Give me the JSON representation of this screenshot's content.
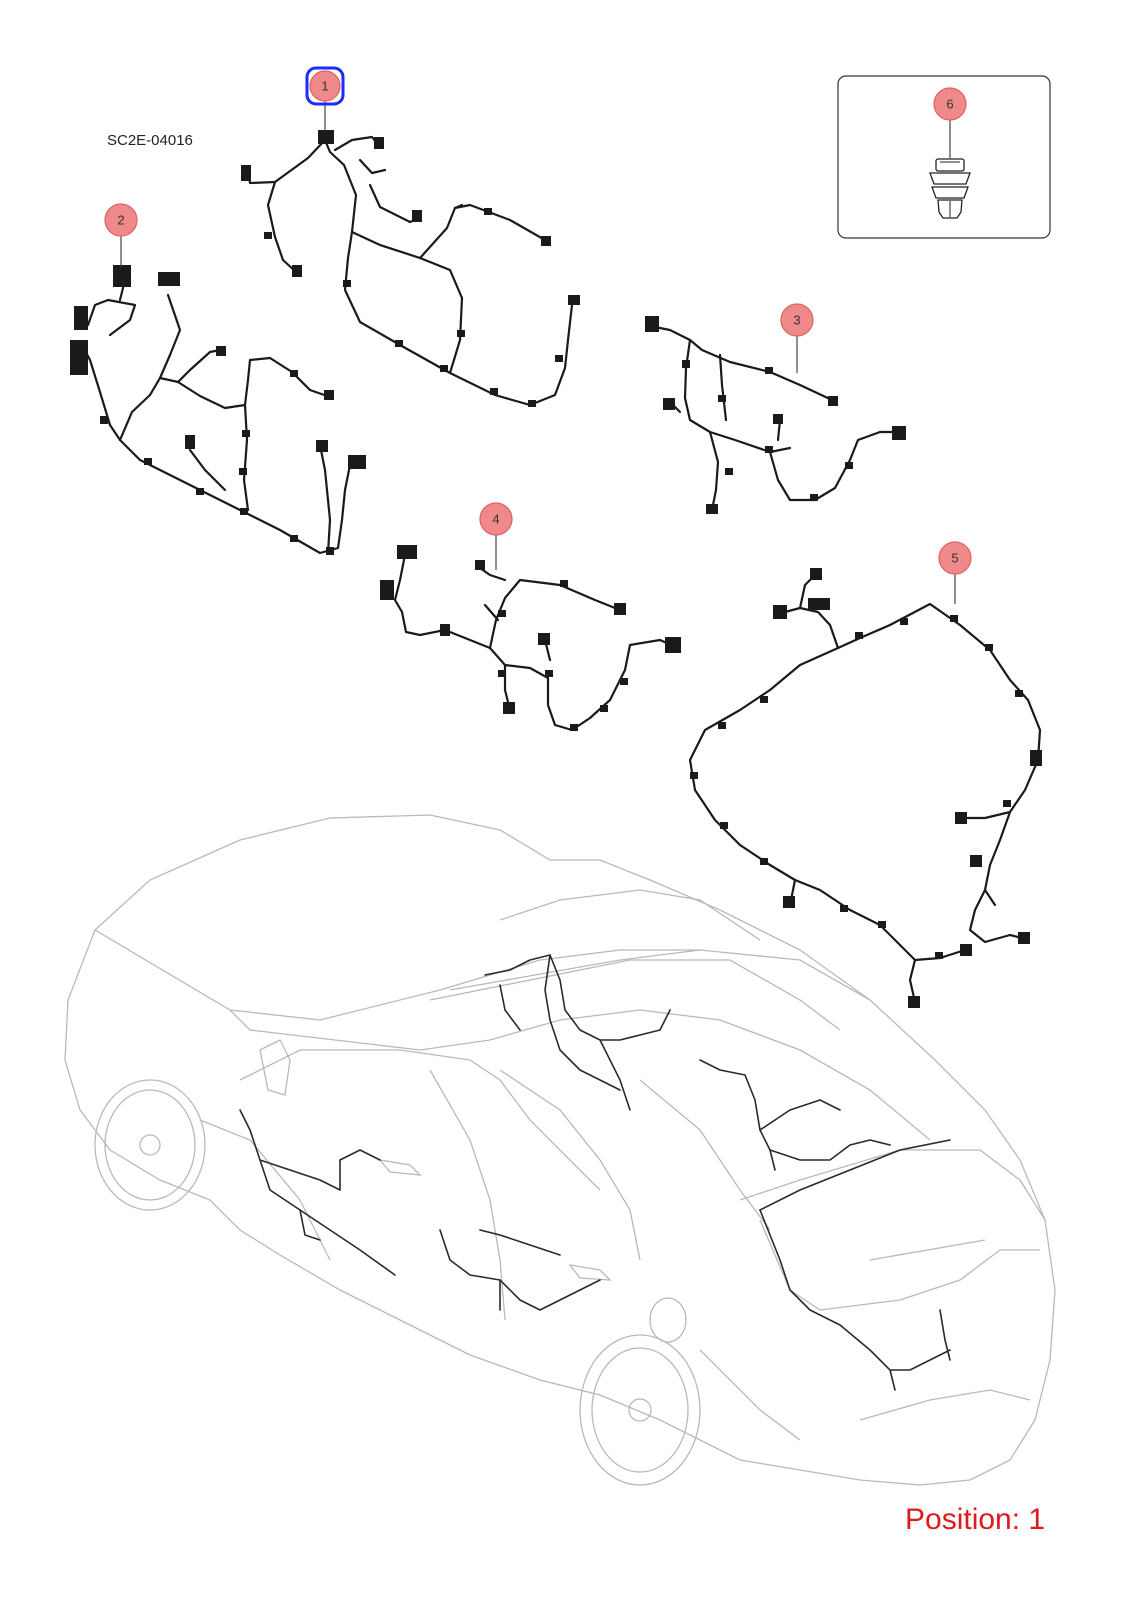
{
  "diagram": {
    "code": "SC2E-04016",
    "position_label": "Position: 1",
    "selected_callout": "1",
    "callouts": [
      {
        "id": "1",
        "label": "1",
        "selected": true
      },
      {
        "id": "2",
        "label": "2",
        "selected": false
      },
      {
        "id": "3",
        "label": "3",
        "selected": false
      },
      {
        "id": "4",
        "label": "4",
        "selected": false
      },
      {
        "id": "5",
        "label": "5",
        "selected": false
      },
      {
        "id": "6",
        "label": "6",
        "selected": false
      }
    ],
    "colors": {
      "callout_fill": "#f08a8a",
      "selected_ring": "#1a2cff",
      "position_text": "#e0191b",
      "car_outline": "#b9b9b9",
      "harness": "#1a1a1a"
    }
  }
}
